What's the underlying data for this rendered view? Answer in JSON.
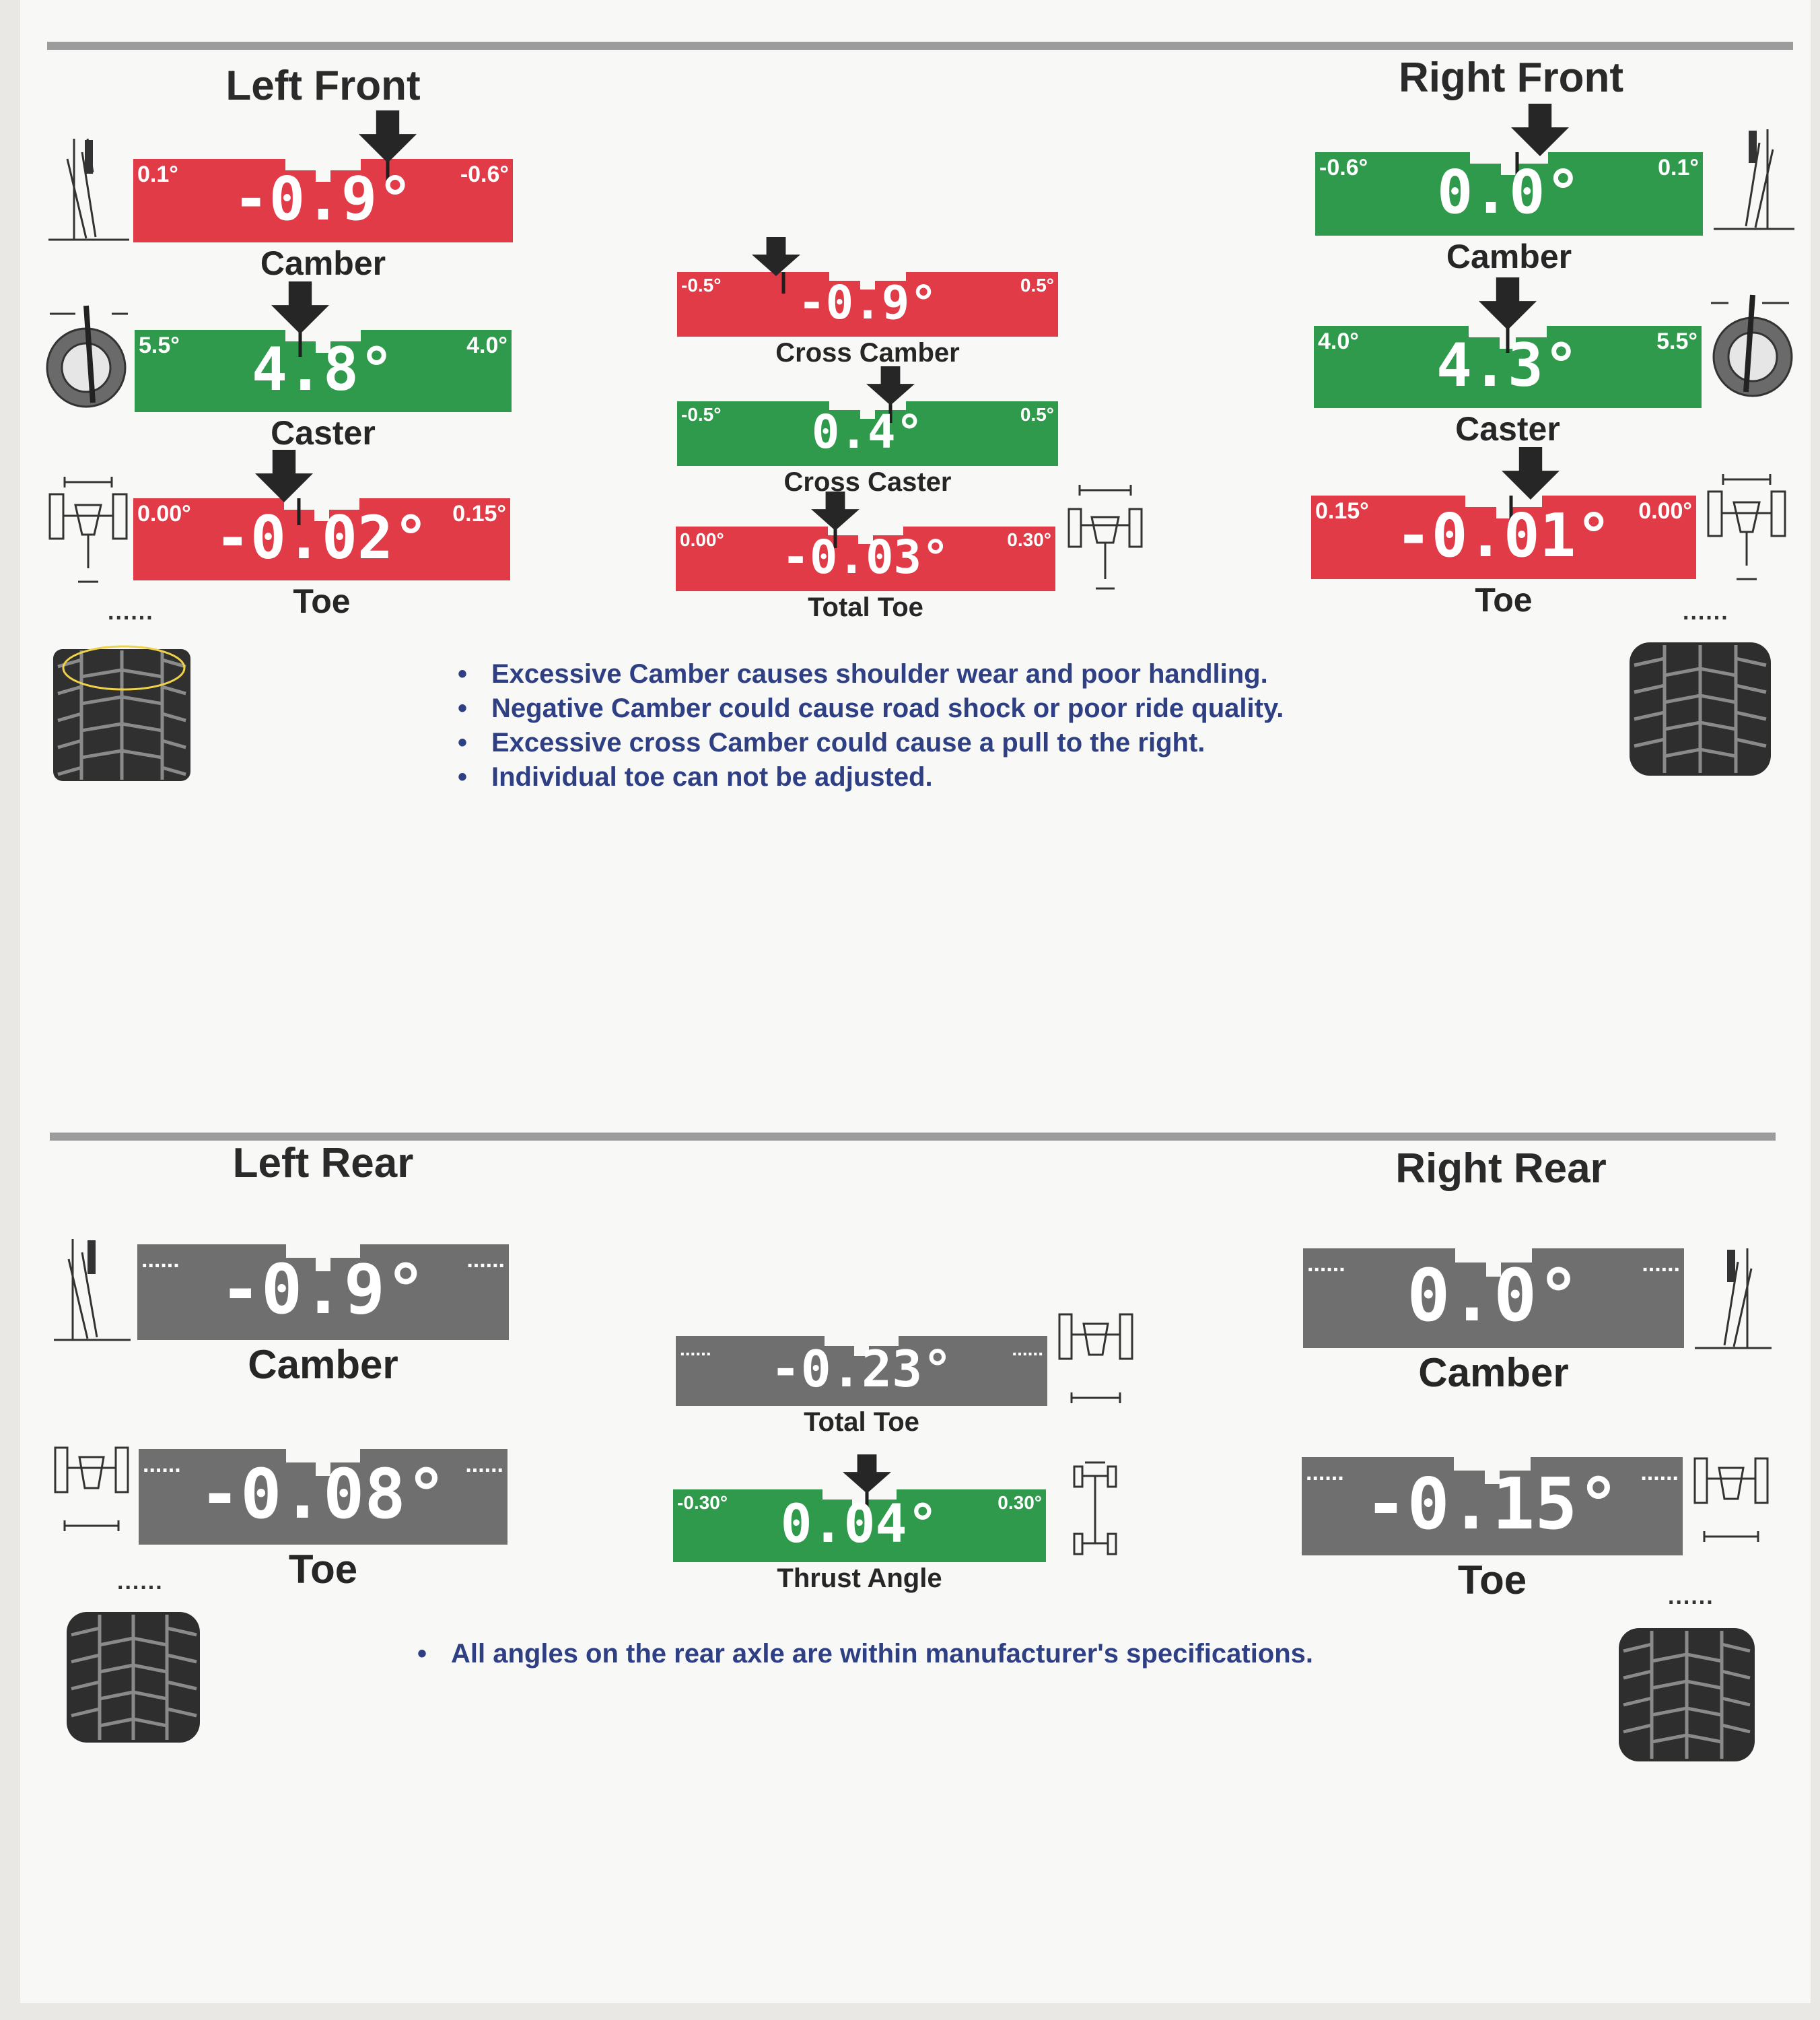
{
  "colors": {
    "red": "#e03b47",
    "green": "#2f9a4c",
    "gray": "#6f6f6f",
    "note_blue": "#2e3f83"
  },
  "sections": {
    "left_front": "Left Front",
    "right_front": "Right Front",
    "left_rear": "Left Rear",
    "right_rear": "Right Rear"
  },
  "meters": {
    "lf_camber": {
      "status": "red",
      "low": "0.1°",
      "high": "-0.6°",
      "value": "-0.9°",
      "label": "Camber"
    },
    "lf_caster": {
      "status": "green",
      "low": "5.5°",
      "high": "4.0°",
      "value": "4.8°",
      "label": "Caster"
    },
    "lf_toe": {
      "status": "red",
      "low": "0.00°",
      "high": "0.15°",
      "value": "-0.02°",
      "label": "Toe"
    },
    "rf_camber": {
      "status": "green",
      "low": "-0.6°",
      "high": "0.1°",
      "value": "0.0°",
      "label": "Camber"
    },
    "rf_caster": {
      "status": "green",
      "low": "4.0°",
      "high": "5.5°",
      "value": "4.3°",
      "label": "Caster"
    },
    "rf_toe": {
      "status": "red",
      "low": "0.15°",
      "high": "0.00°",
      "value": "-0.01°",
      "label": "Toe"
    },
    "cross_camber": {
      "status": "red",
      "low": "-0.5°",
      "high": "0.5°",
      "value": "-0.9°",
      "label": "Cross Camber"
    },
    "cross_caster": {
      "status": "green",
      "low": "-0.5°",
      "high": "0.5°",
      "value": "0.4°",
      "label": "Cross Caster"
    },
    "total_toe_f": {
      "status": "red",
      "low": "0.00°",
      "high": "0.30°",
      "value": "-0.03°",
      "label": "Total Toe"
    },
    "lr_camber": {
      "status": "gray",
      "low": "......",
      "high": "......",
      "value": "-0.9°",
      "label": "Camber"
    },
    "lr_toe": {
      "status": "gray",
      "low": "......",
      "high": "......",
      "value": "-0.08°",
      "label": "Toe"
    },
    "rr_camber": {
      "status": "gray",
      "low": "......",
      "high": "......",
      "value": "0.0°",
      "label": "Camber"
    },
    "rr_toe": {
      "status": "gray",
      "low": "......",
      "high": "......",
      "value": "-0.15°",
      "label": "Toe"
    },
    "total_toe_r": {
      "status": "gray",
      "low": "......",
      "high": "......",
      "value": "-0.23°",
      "label": "Total Toe"
    },
    "thrust": {
      "status": "green",
      "low": "-0.30°",
      "high": "0.30°",
      "value": "0.04°",
      "label": "Thrust Angle"
    }
  },
  "tire_dots": "......",
  "front_notes": [
    "Excessive Camber causes shoulder wear and poor handling.",
    "Negative Camber could cause road shock or poor ride quality.",
    "Excessive cross Camber could cause a pull to the right.",
    "Individual toe can not be adjusted."
  ],
  "rear_notes": [
    "All angles on the rear axle are within manufacturer's specifications."
  ]
}
